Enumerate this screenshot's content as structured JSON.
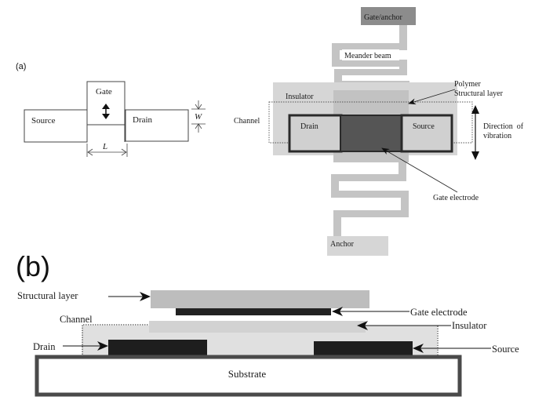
{
  "panel_a": {
    "label": "(a)",
    "schematic": {
      "gate": "Gate",
      "source": "Source",
      "drain": "Drain",
      "width_symbol": "W",
      "length_symbol": "L"
    },
    "layout": {
      "gate_anchor": "Gate/anchor",
      "meander_beam": "Meander beam",
      "polymer_layer_line1": "Polymer",
      "polymer_layer_line2": "Structural layer",
      "insulator": "Insulator",
      "channel": "Channel",
      "drain": "Drain",
      "source": "Source",
      "direction_line1": "Direction  of",
      "direction_line2": "vibration",
      "gate_electrode": "Gate electrode",
      "anchor": "Anchor"
    }
  },
  "panel_b": {
    "label": "(b)",
    "structural_layer": "Structural layer",
    "gate_electrode": "Gate electrode",
    "channel": "Channel",
    "insulator": "Insulator",
    "drain": "Drain",
    "source": "Source",
    "substrate": "Substrate"
  },
  "colors": {
    "light_gray": "#d9d9d9",
    "mid_gray": "#bdbdbd",
    "dark_gray": "#555555",
    "black_fill": "#1e1e1e",
    "anchor_gray": "#8c8c8c"
  }
}
